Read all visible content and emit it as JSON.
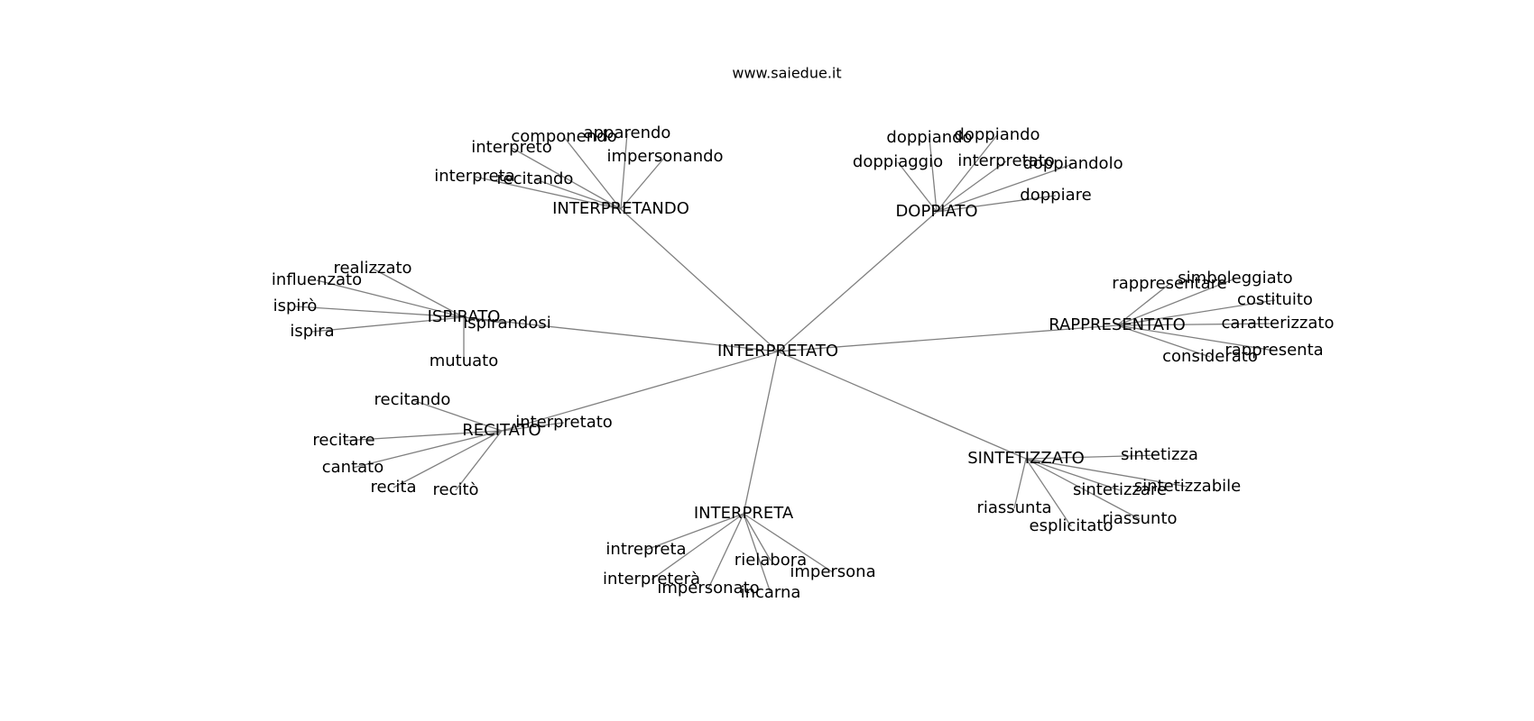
{
  "caption": "www.saiedue.it",
  "graph": {
    "root": "INTERPRETATO",
    "hubs": [
      {
        "label": "INTERPRETANDO",
        "leaves": [
          "componendo",
          "apparendo",
          "interpreto",
          "impersonando",
          "interpreta",
          "recitando"
        ]
      },
      {
        "label": "DOPPIATO",
        "leaves": [
          "doppiando",
          "doppiando",
          "doppiaggio",
          "interpretato",
          "doppiandolo",
          "doppiare"
        ]
      },
      {
        "label": "ISPIRATO",
        "leaves": [
          "realizzato",
          "influenzato",
          "ispirò",
          "ispirandosi",
          "ispira",
          "mutuato"
        ]
      },
      {
        "label": "RAPPRESENTATO",
        "leaves": [
          "simboleggiato",
          "rappresentare",
          "costituito",
          "caratterizzato",
          "rappresenta",
          "considerato"
        ]
      },
      {
        "label": "RECITATO",
        "leaves": [
          "recitando",
          "interpretato",
          "recitare",
          "cantato",
          "recita",
          "recitò"
        ]
      },
      {
        "label": "SINTETIZZATO",
        "leaves": [
          "sintetizza",
          "sintetizzabile",
          "sintetizzare",
          "riassunta",
          "riassunto",
          "esplicitato"
        ]
      },
      {
        "label": "INTERPRETA",
        "leaves": [
          "intrepreta",
          "interpreterà",
          "rielabora",
          "impersona",
          "impersonato",
          "incarna"
        ]
      }
    ]
  }
}
